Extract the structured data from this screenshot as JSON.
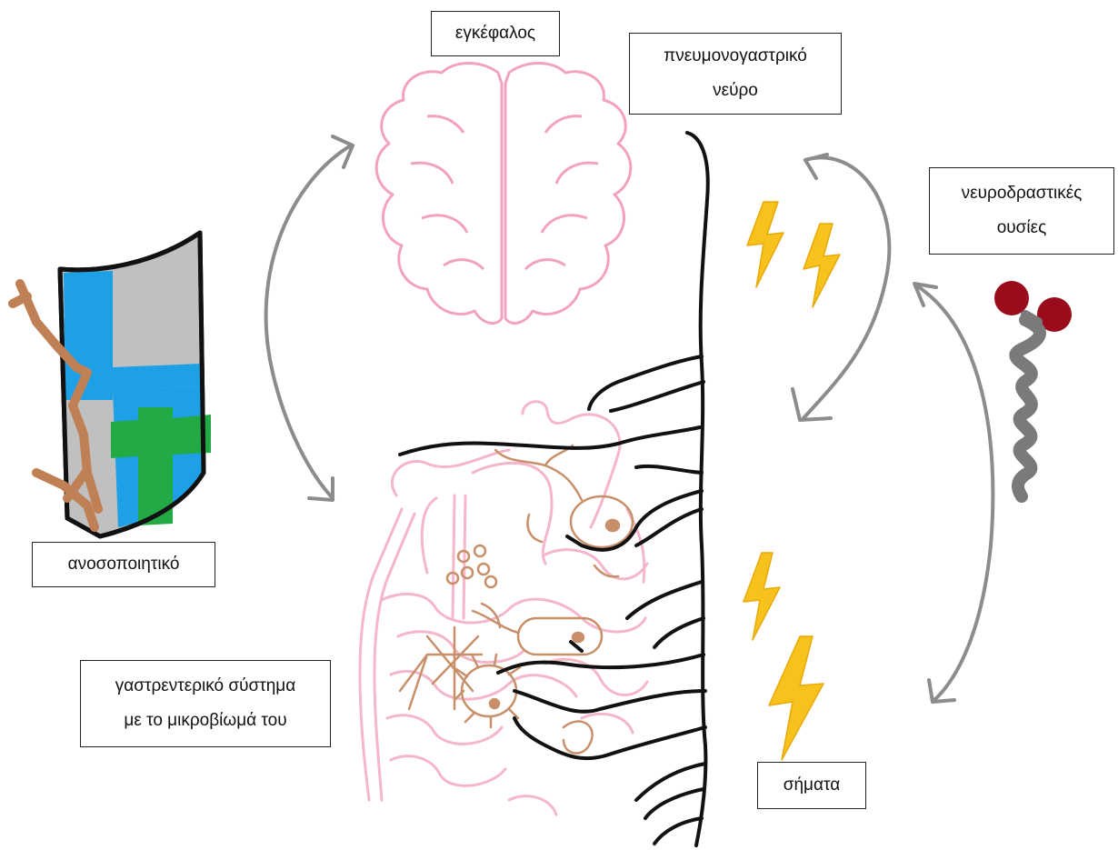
{
  "labels": {
    "brain": "εγκέφαλος",
    "vagus_nerve": [
      "πνευμονογαστρικό",
      "νεύρο"
    ],
    "neuroactive_substances": [
      "νευροδραστικές",
      "ουσίες"
    ],
    "immune_system": "ανοσοποιητικό",
    "gut_system": [
      "γαστρεντερικό σύστημα",
      "με το μικροβίωμά του"
    ],
    "signals": "σήματα"
  },
  "colors": {
    "brain_outline": "#f2a2c0",
    "gut_outline": "#f4b6c8",
    "nerve": "#111111",
    "arrow": "#8c8c8c",
    "lightning": "#f7c21b",
    "shield_blue": "#1ea0e6",
    "shield_gray": "#c0c0c0",
    "cross_green": "#22aa44",
    "sword_brown": "#c08055",
    "molecule_red": "#9a0c1c",
    "molecule_gray": "#7a7a7a",
    "microbe_brown": "#c8906a"
  },
  "icons": [
    "brain-icon",
    "gut-icon",
    "vagus-nerve-icon",
    "shield-icon",
    "molecule-icon",
    "lightning-icon",
    "bacteria-icon",
    "bidirectional-arrow-icon"
  ]
}
